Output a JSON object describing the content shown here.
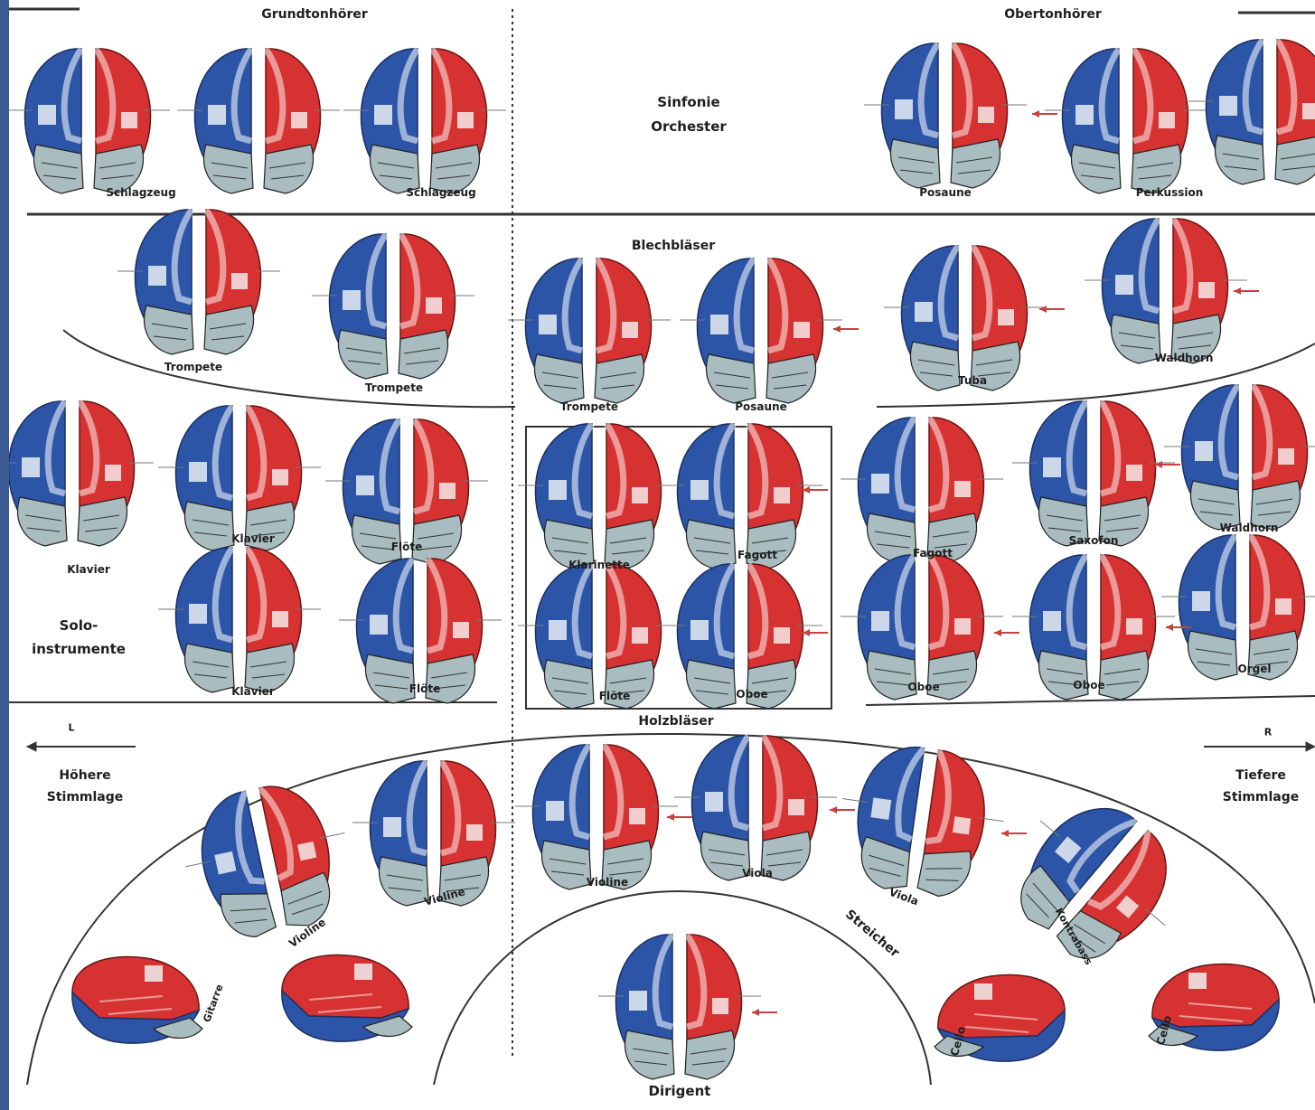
{
  "colors": {
    "background_frame": "#3b5a92",
    "left_hemisphere": "#2c55a8",
    "right_hemisphere": "#d63232",
    "cerebellum": "#a9bcbf",
    "lines": "#333333"
  },
  "headers": {
    "fundamental_listeners": "Grundtonhörer",
    "overtone_listeners": "Obertonhörer",
    "symphony_orchestra_line1": "Sinfonie",
    "symphony_orchestra_line2": "Orchester",
    "brass_section": "Blechbläser",
    "woodwind_section": "Holzbläser",
    "solo_instruments_line1": "Solo-",
    "solo_instruments_line2": "instrumente",
    "strings_section": "Streicher",
    "conductor": "Dirigent"
  },
  "axis": {
    "left_letter": "L",
    "right_letter": "R",
    "higher_voice_line1": "Höhere",
    "higher_voice_line2": "Stimmlage",
    "lower_voice_line1": "Tiefere",
    "lower_voice_line2": "Stimmlage"
  },
  "instruments": {
    "drums_1": "Schlagzeug",
    "drums_2": "Schlagzeug",
    "trombone_top": "Posaune",
    "percussion": "Perkussion",
    "trumpet_1": "Trompete",
    "trumpet_2": "Trompete",
    "trumpet_3": "Trompete",
    "trombone_2": "Posaune",
    "tuba": "Tuba",
    "horn_1": "Waldhorn",
    "piano_1": "Klavier",
    "piano_2": "Klavier",
    "flute_1": "Flöte",
    "piano_3": "Klavier",
    "flute_2": "Flöte",
    "clarinet": "Klarinette",
    "bassoon_1": "Fagott",
    "flute_3": "Flöte",
    "oboe_1": "Oboe",
    "bassoon_2": "Fagott",
    "saxophone": "Saxofon",
    "horn_2": "Waldhorn",
    "oboe_2": "Oboe",
    "oboe_3": "Oboe",
    "organ": "Orgel",
    "violin_1": "Violine",
    "violin_2": "Violine",
    "violin_3": "Violine",
    "viola_1": "Viola",
    "viola_2": "Viola",
    "double_bass": "Kontrabass",
    "guitar": "Gitarre",
    "cello_1": "Cello",
    "cello_2": "Cello"
  }
}
